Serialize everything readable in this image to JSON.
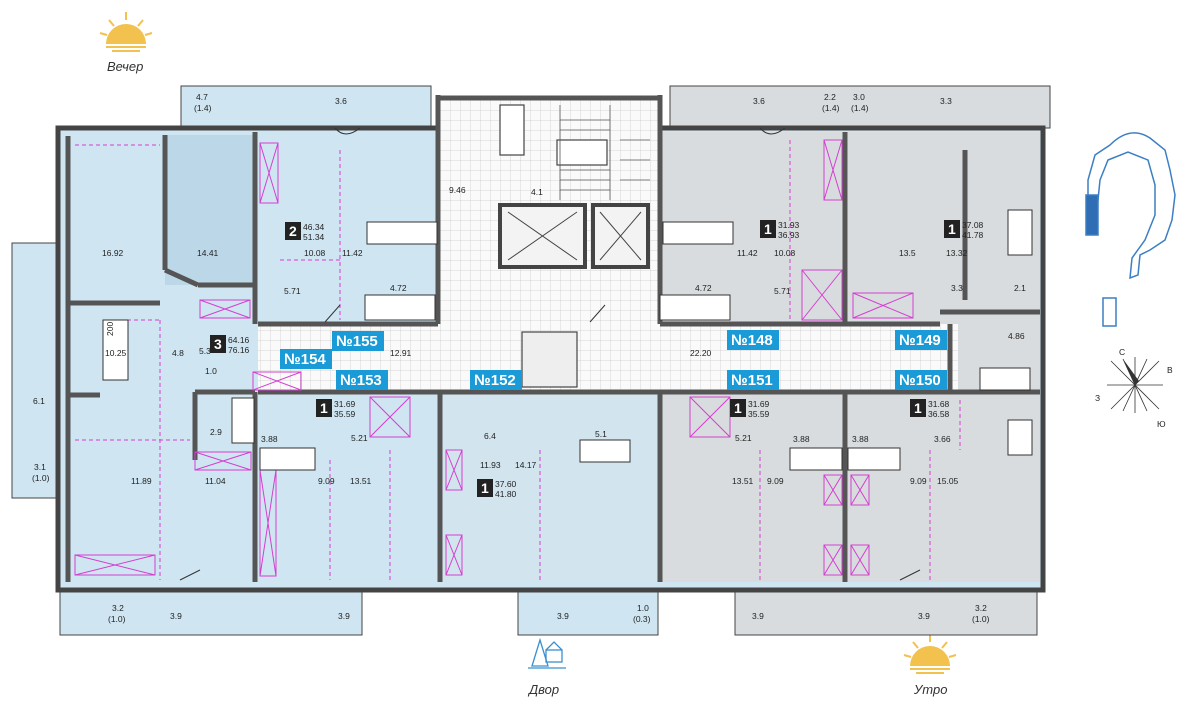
{
  "captions": {
    "evening": "Вечер",
    "morning": "Утро",
    "yard": "Двор"
  },
  "colors": {
    "blue": "#cfe6f2",
    "blue_dark": "#bcd8e8",
    "gray": "#d9dcde",
    "gray_dark": "#cbd0d3",
    "badge": "#1a9ad6",
    "wall": "#555555",
    "magenta": "#d43fd0"
  },
  "apartments": [
    {
      "id": "apt-155",
      "number": "№155"
    },
    {
      "id": "apt-154",
      "number": "№154"
    },
    {
      "id": "apt-153",
      "number": "№153"
    },
    {
      "id": "apt-152",
      "number": "№152"
    },
    {
      "id": "apt-151",
      "number": "№151"
    },
    {
      "id": "apt-150",
      "number": "№150"
    },
    {
      "id": "apt-149",
      "number": "№149"
    },
    {
      "id": "apt-148",
      "number": "№148"
    }
  ],
  "room_badges": [
    {
      "rooms": "2",
      "living": "46.34",
      "total": "51.34"
    },
    {
      "rooms": "3",
      "living": "64.16",
      "total": "76.16"
    },
    {
      "rooms": "1",
      "living": "31.69",
      "total": "35.59"
    },
    {
      "rooms": "1",
      "living": "37.60",
      "total": "41.80"
    },
    {
      "rooms": "1",
      "living": "31.69",
      "total": "35.59"
    },
    {
      "rooms": "1",
      "living": "31.68",
      "total": "36.58"
    },
    {
      "rooms": "1",
      "living": "31.93",
      "total": "36.93"
    },
    {
      "rooms": "1",
      "living": "37.08",
      "total": "41.78"
    }
  ],
  "room_areas": [
    "16.92",
    "14.41",
    "10.08",
    "11.42",
    "5.71",
    "4.72",
    "10.25",
    "4.8",
    "5.3",
    "1.0",
    "12.91",
    "22.20",
    "9.46",
    "4.1",
    "11.42",
    "10.08",
    "5.71",
    "4.72",
    "13.5",
    "13.32",
    "3.3",
    "2.1",
    "4.86",
    "11.89",
    "11.04",
    "2.9",
    "3.88",
    "5.21",
    "9.09",
    "13.51",
    "6.4",
    "11.93",
    "14.17",
    "5.1",
    "5.21",
    "3.88",
    "13.51",
    "9.09",
    "3.88",
    "3.66",
    "9.09",
    "15.05"
  ],
  "balconies": [
    {
      "main": "4.7",
      "sub": "(1.4)"
    },
    {
      "main": "3.6",
      "sub": ""
    },
    {
      "main": "3.6",
      "sub": ""
    },
    {
      "main": "2.2",
      "sub": "(1.4)"
    },
    {
      "main": "3.0",
      "sub": "(1.4)"
    },
    {
      "main": "3.3",
      "sub": ""
    },
    {
      "main": "6.1",
      "sub": ""
    },
    {
      "main": "3.1",
      "sub": "(1.0)"
    },
    {
      "main": "3.2",
      "sub": "(1.0)"
    },
    {
      "main": "3.9",
      "sub": ""
    },
    {
      "main": "3.9",
      "sub": ""
    },
    {
      "main": "3.9",
      "sub": ""
    },
    {
      "main": "1.0",
      "sub": "(0.3)"
    },
    {
      "main": "3.9",
      "sub": ""
    },
    {
      "main": "3.9",
      "sub": ""
    },
    {
      "main": "3.2",
      "sub": "(1.0)"
    }
  ],
  "compass": {
    "n": "С",
    "s": "Ю",
    "e": "В",
    "w": "З"
  },
  "kitchen_labels": [
    "200"
  ]
}
